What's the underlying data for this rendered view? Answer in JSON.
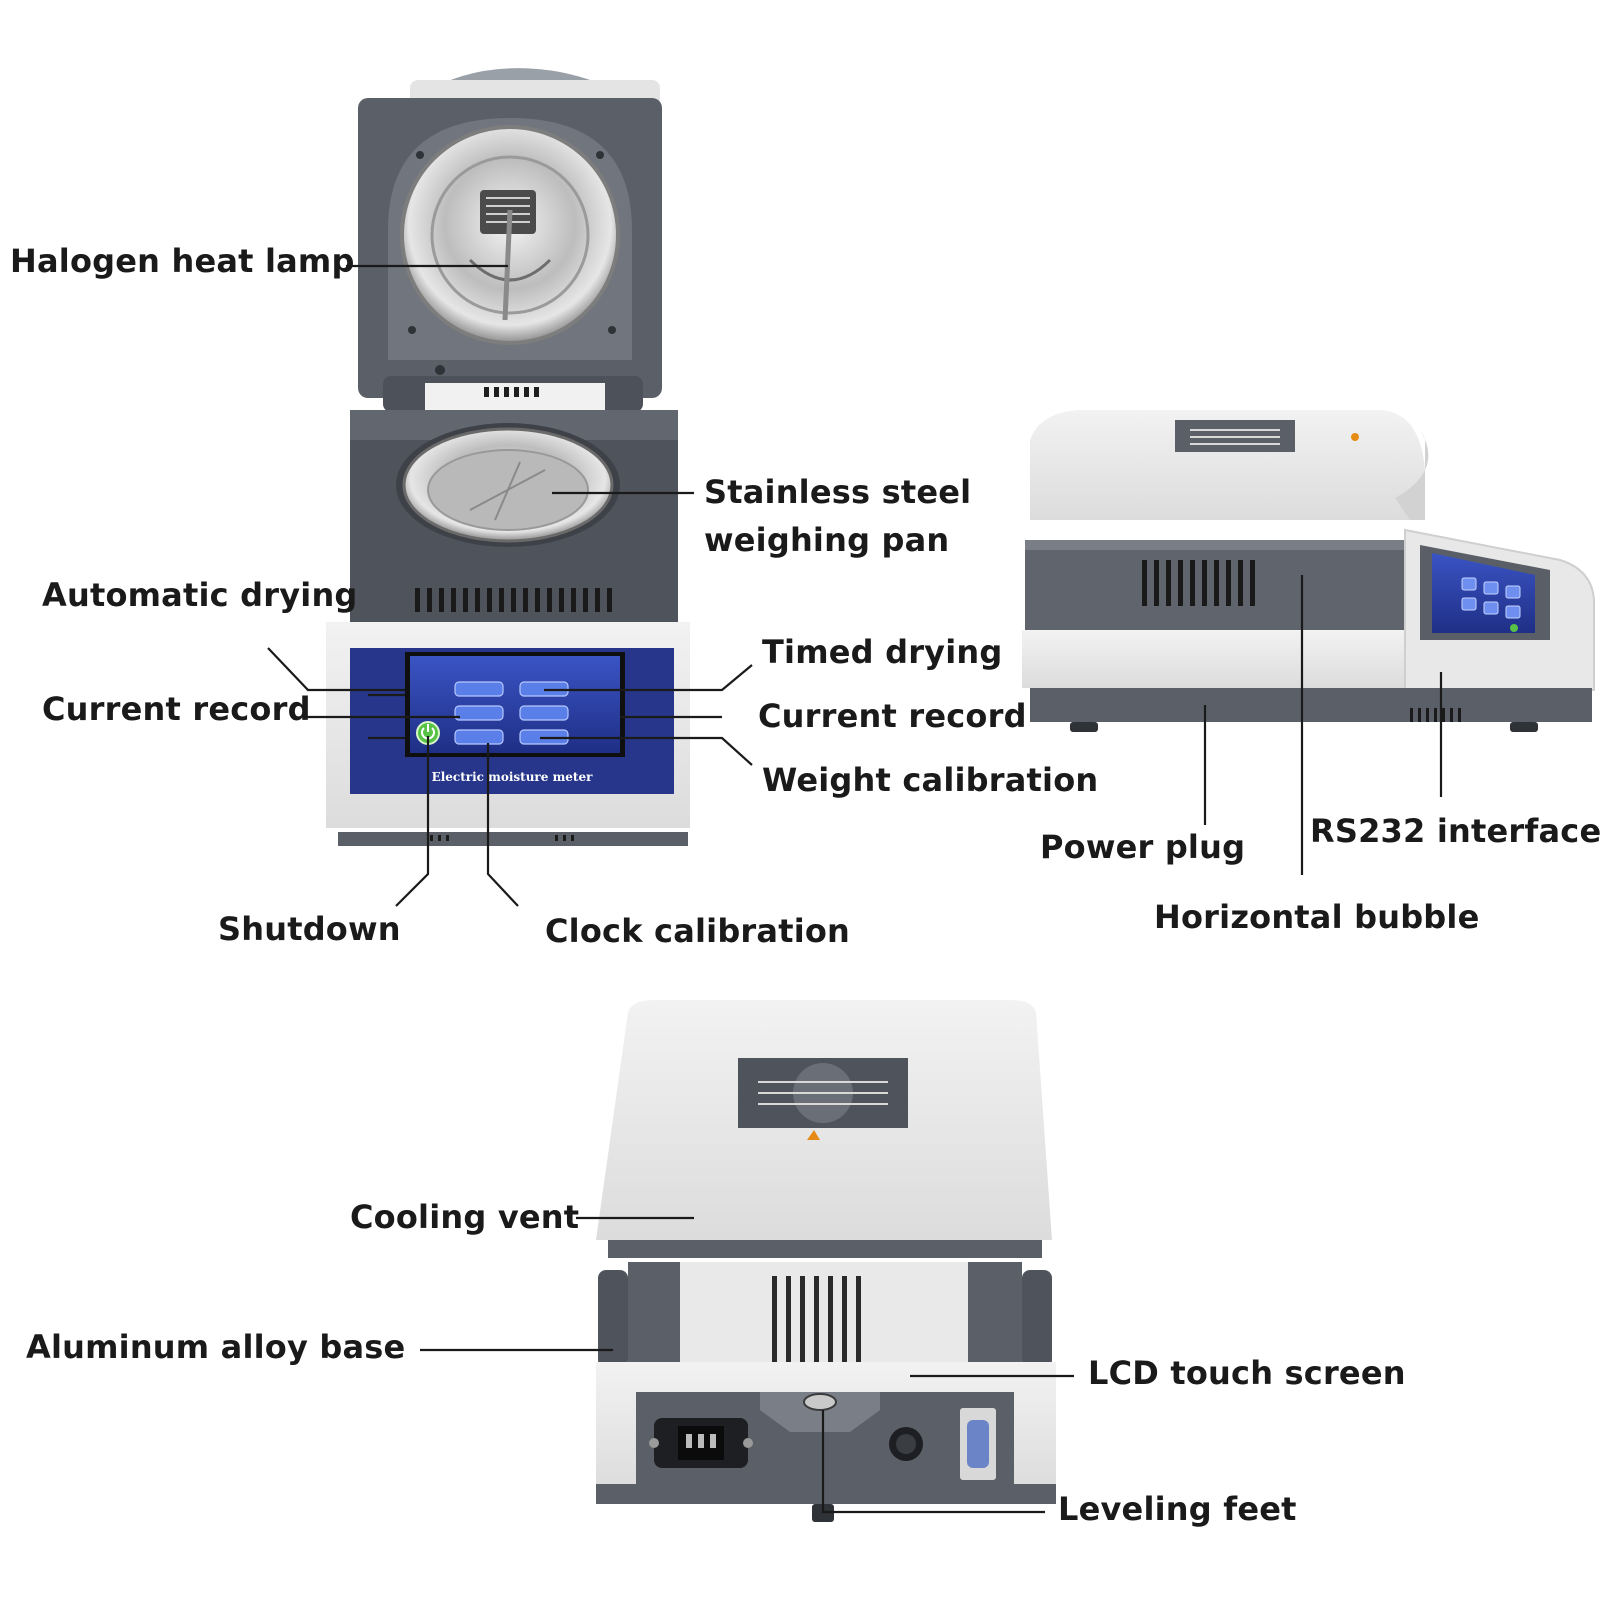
{
  "labels": {
    "halogen_heat_lamp": "Halogen heat lamp",
    "stainless_steel_pan_line1": "Stainless steel",
    "stainless_steel_pan_line2": "weighing pan",
    "automatic_drying": "Automatic drying",
    "current_record_left": "Current record",
    "timed_drying": "Timed drying",
    "current_record_right": "Current record",
    "weight_calibration": "Weight calibration",
    "shutdown": "Shutdown",
    "clock_calibration": "Clock calibration",
    "power_plug": "Power plug",
    "rs232_interface": "RS232 interface",
    "horizontal_bubble": "Horizontal bubble",
    "cooling_vent": "Cooling vent",
    "aluminum_alloy_base": "Aluminum alloy base",
    "lcd_touch_screen": "LCD touch screen",
    "leveling_feet": "Leveling feet"
  },
  "device": {
    "screen_caption": "Electric moisture meter"
  },
  "colors": {
    "body_white": "#ececec",
    "body_gray": "#5b5f67",
    "screen_blue": "#2a3f9e",
    "panel_navy": "#27368a",
    "steel": "#c8c8c8",
    "label_text": "#1a1a1a"
  }
}
